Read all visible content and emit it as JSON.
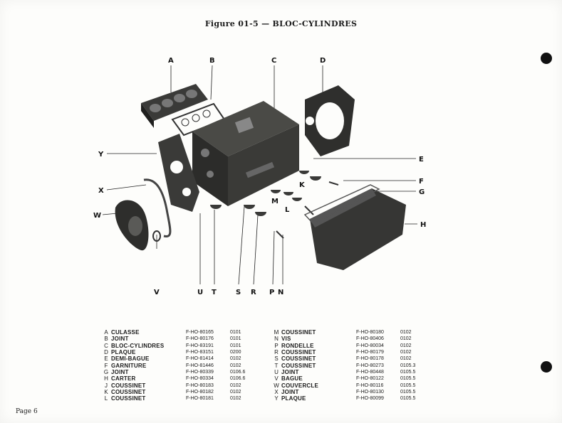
{
  "header": {
    "title": "Figure 01-5 — BLOC-CYLINDRES"
  },
  "callouts": {
    "A": "A",
    "B": "B",
    "C": "C",
    "D": "D",
    "E": "E",
    "F": "F",
    "G": "G",
    "H": "H",
    "Y": "Y",
    "X": "X",
    "W": "W",
    "V": "V",
    "U": "U",
    "T": "T",
    "S": "S",
    "R": "R",
    "P": "P",
    "N": "N",
    "K": "K",
    "M": "M",
    "L": "L"
  },
  "parts_left": [
    {
      "letter": "A",
      "name": "CULASSE",
      "ref": "F-HO-80165",
      "code": "0101"
    },
    {
      "letter": "B",
      "name": "JOINT",
      "ref": "F-HO-80176",
      "code": "0101"
    },
    {
      "letter": "C",
      "name": "BLOC-CYLINDRES",
      "ref": "F-HO-83191",
      "code": "0101"
    },
    {
      "letter": "D",
      "name": "PLAQUE",
      "ref": "F-HO-83151",
      "code": "0200"
    },
    {
      "letter": "E",
      "name": "DEMI-BAGUE",
      "ref": "F-HO-81414",
      "code": "0102"
    },
    {
      "letter": "F",
      "name": "GARNITURE",
      "ref": "F-HO-81446",
      "code": "0102"
    },
    {
      "letter": "G",
      "name": "JOINT",
      "ref": "F-HO-80339",
      "code": "0106.6"
    },
    {
      "letter": "H",
      "name": "CARTER",
      "ref": "F-HO-80334",
      "code": "0106.6"
    },
    {
      "letter": "J",
      "name": "COUSSINET",
      "ref": "F-HO-80183",
      "code": "0102"
    },
    {
      "letter": "K",
      "name": "COUSSINET",
      "ref": "F-HO-80182",
      "code": "0102"
    },
    {
      "letter": "L",
      "name": "COUSSINET",
      "ref": "F-HO-80181",
      "code": "0102"
    }
  ],
  "parts_right": [
    {
      "letter": "M",
      "name": "COUSSINET",
      "ref": "F-HO-80180",
      "code": "0102"
    },
    {
      "letter": "N",
      "name": "VIS",
      "ref": "F-HO-80406",
      "code": "0102"
    },
    {
      "letter": "P",
      "name": "RONDELLE",
      "ref": "F-HO-80034",
      "code": "0102"
    },
    {
      "letter": "R",
      "name": "COUSSINET",
      "ref": "F-HO-80179",
      "code": "0102"
    },
    {
      "letter": "S",
      "name": "COUSSINET",
      "ref": "F-HO-80178",
      "code": "0102"
    },
    {
      "letter": "T",
      "name": "COUSSINET",
      "ref": "F-HO-80273",
      "code": "0105.3"
    },
    {
      "letter": "U",
      "name": "JOINT",
      "ref": "F-HO-80448",
      "code": "0105.5"
    },
    {
      "letter": "V",
      "name": "BAGUE",
      "ref": "F-HO-80122",
      "code": "0105.5"
    },
    {
      "letter": "W",
      "name": "COUVERCLE",
      "ref": "F-HO-80116",
      "code": "0105.5"
    },
    {
      "letter": "X",
      "name": "JOINT",
      "ref": "F-HO-80130",
      "code": "0105.5"
    },
    {
      "letter": "Y",
      "name": "PLAQUE",
      "ref": "F-HO-80099",
      "code": "0105.5"
    }
  ],
  "footer": {
    "page": "Page 6"
  }
}
